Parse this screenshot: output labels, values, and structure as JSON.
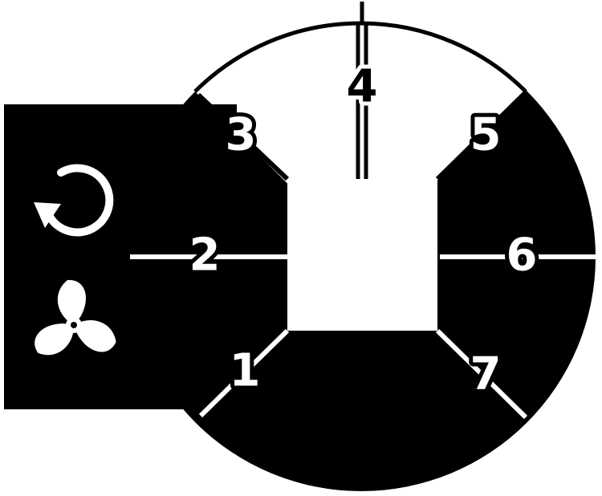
{
  "colors": {
    "fill": "#000000",
    "background": "#ffffff",
    "line": "#ffffff"
  },
  "icons": {
    "mode": "rotate-icon",
    "fan": "fan-icon"
  },
  "positions": [
    {
      "label": "1",
      "tone": "dark"
    },
    {
      "label": "2",
      "tone": "dark"
    },
    {
      "label": "3",
      "tone": "dark"
    },
    {
      "label": "4",
      "tone": "light"
    },
    {
      "label": "5",
      "tone": "dark"
    },
    {
      "label": "6",
      "tone": "dark"
    },
    {
      "label": "7",
      "tone": "dark"
    }
  ]
}
